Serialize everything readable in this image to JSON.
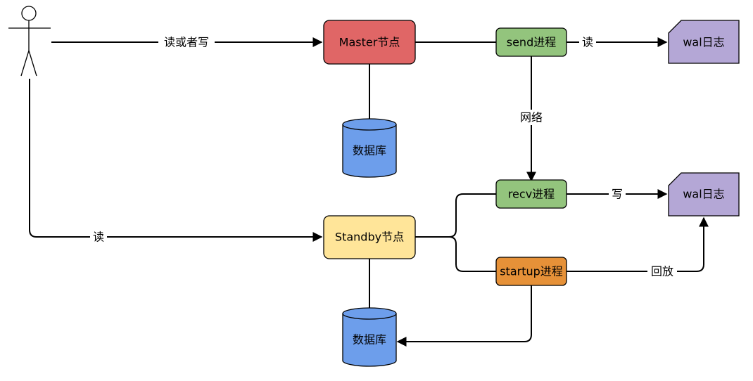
{
  "colors": {
    "master": "#e06666",
    "standby": "#ffe599",
    "process_green": "#93c47d",
    "process_orange": "#e69138",
    "database": "#6d9eeb",
    "wal": "#b4a7d6",
    "stroke": "#000000"
  },
  "nodes": {
    "master": "Master节点",
    "standby": "Standby节点",
    "send": "send进程",
    "recv": "recv进程",
    "startup": "startup进程",
    "wal_top": "wal日志",
    "wal_bottom": "wal日志",
    "db_top": "数据库",
    "db_bottom": "数据库"
  },
  "edges": {
    "user_to_master": "读或者写",
    "user_to_standby": "读",
    "send_to_wal": "读",
    "network": "网络",
    "recv_to_wal": "写",
    "replay": "回放"
  },
  "icons": {
    "user": "stick-figure-icon"
  }
}
